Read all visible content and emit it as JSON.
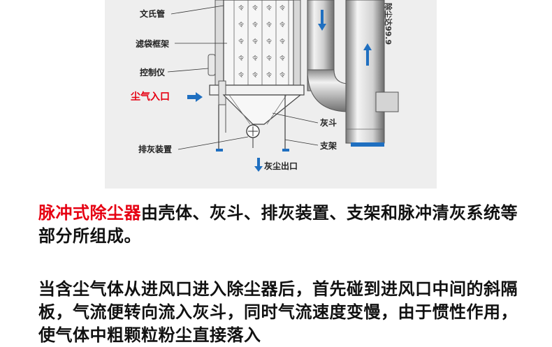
{
  "diagram": {
    "labels": {
      "venturi": "文氏管",
      "bag_frame": "滤袋框架",
      "controller": "控制仪",
      "dust_inlet": "尘气入口",
      "hopper": "灰斗",
      "support": "支架",
      "discharge": "排灰装置",
      "dust_outlet": "灰尘出口",
      "vertical_text": "除尘达99.9"
    },
    "bag_mark": "令"
  },
  "paragraph1": {
    "highlight": "脉冲式除尘器",
    "rest": "由壳体、灰斗、排灰装置、支架和脉冲清灰系统等部分所组成。"
  },
  "paragraph2": {
    "text": "当含尘气体从进风口进入除尘器后，首先碰到进风口中间的斜隔板，气流便转向流入灰斗，同时气流速度变慢，由于惯性作用，使气体中粗颗粒粉尘直接落入"
  },
  "colors": {
    "accent_red": "#e60012",
    "arrow_blue": "#1f6fc0",
    "text": "#111111",
    "panel_bg": "#eeeeee"
  }
}
